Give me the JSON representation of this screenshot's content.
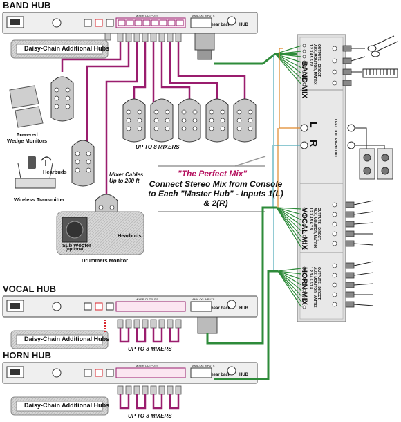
{
  "hubs": {
    "band_title": "BAND HUB",
    "vocal_title": "VOCAL HUB",
    "horn_title": "HORN HUB",
    "daisy_chain": "Daisy-Chain Additional Hubs",
    "up_to_mixers": "UP TO 8 MIXERS",
    "brand": "hear back",
    "hub_word": "HUB",
    "mixer_outputs": "MIXER OUTPUTS",
    "analog_inputs": "ANALOG INPUTS"
  },
  "band_area": {
    "powered_wedge": "Powered\nWedge Monitors",
    "hearbuds_1": "Hearbuds",
    "wireless": "Wireless Transmitter",
    "mixer_cables": "Mixer Cables\nUp to 200 ft",
    "sub_woofer": "Sub Woofer",
    "optional": "(optional)",
    "hearbuds_2": "Hearbuds",
    "drummers_monitor": "Drummers Monitor"
  },
  "callout": {
    "quote": "\"The Perfect Mix\"",
    "text": "Connect Stereo Mix from Console to Each \"Master Hub\" - Inputs 1(L) & 2(R)"
  },
  "console": {
    "band_mix": "BAND MIX",
    "vocal_mix": "VOCAL MIX",
    "horn_mix": "HORN MIX",
    "outputs_line": "OUTPUTS - DIRECT,",
    "aux_line": "AUX, MONITOR, MATRIX",
    "left": "L",
    "right": "R",
    "left_out": "LEFT OUT",
    "right_out": "RIGHT OUT",
    "channel_numbers": "1 2 3 4 5 6 7 8"
  },
  "colors": {
    "mixer_cable": "#9a1d6e",
    "green_cable": "#2e8b3a",
    "orange_cable": "#e0892a",
    "cyan_cable": "#4aa9b8",
    "red_cable": "#d8262e"
  }
}
